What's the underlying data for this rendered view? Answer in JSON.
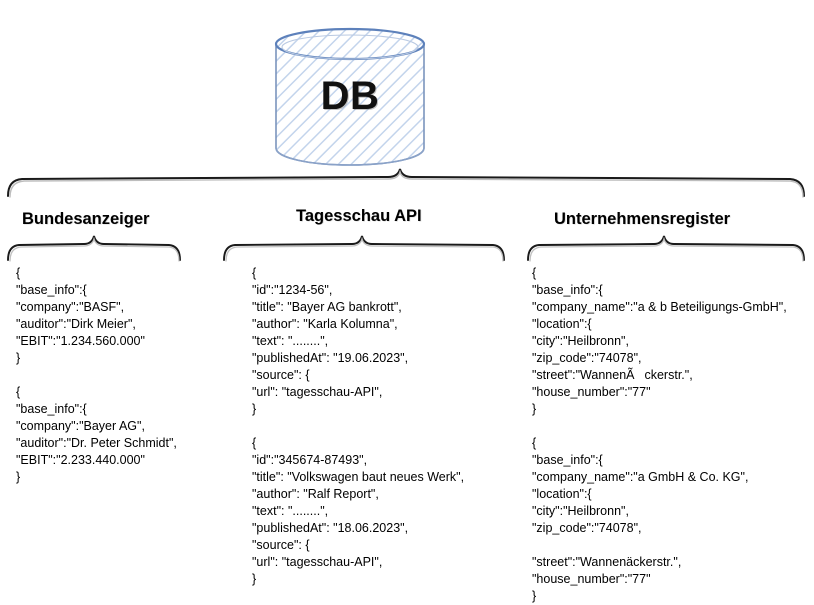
{
  "diagram": {
    "root": {
      "label": "DB",
      "icon": "database-cylinder-icon",
      "stroke_color": "#6f8fc4",
      "hatch_color": "#c3d4ec"
    },
    "sources": [
      {
        "id": "bundesanzeiger",
        "title": "Bundesanzeiger",
        "records": [
          {
            "lines": [
              "{",
              "\"base_info\":{",
              "\"company\":\"BASF\",",
              "\"auditor\":\"Dirk Meier\",",
              "\"EBIT\":\"1.234.560.000\"",
              "}"
            ]
          },
          {
            "lines": [
              "{",
              "\"base_info\":{",
              "\"company\":\"Bayer AG\",",
              "\"auditor\":\"Dr. Peter Schmidt\",",
              "\"EBIT\":\"2.233.440.000\"",
              "}"
            ]
          }
        ]
      },
      {
        "id": "tagesschau",
        "title": "Tagesschau API",
        "records": [
          {
            "lines": [
              "{",
              "\"id\":\"1234-56\",",
              "\"title\": \"Bayer AG bankrott\",",
              "\"author\": \"Karla Kolumna\",",
              "\"text\": \"........\",",
              "\"publishedAt\": \"19.06.2023\",",
              "\"source\": {",
              "\"url\": \"tagesschau-API\",",
              "}"
            ]
          },
          {
            "lines": [
              "{",
              "\"id\":\"345674-87493\",",
              "\"title\": \"Volkswagen baut neues Werk\",",
              "\"author\": \"Ralf Report\",",
              "\"text\": \"........\",",
              "\"publishedAt\": \"18.06.2023\",",
              "\"source\": {",
              "\"url\": \"tagesschau-API\",",
              "}"
            ]
          }
        ]
      },
      {
        "id": "unternehmensregister",
        "title": "Unternehmensregister",
        "records": [
          {
            "lines": [
              "{",
              "\"base_info\":{",
              "\"company_name\":\"a & b Beteiligungs-GmbH\",",
              "\"location\":{",
              "\"city\":\"Heilbronn\",",
              "\"zip_code\":\"74078\",",
              "\"street\":\"WannenÃckerstr.\",",
              "\"house_number\":\"77\"",
              "}"
            ]
          },
          {
            "lines": [
              "{",
              "\"base_info\":{",
              "\"company_name\":\"a GmbH & Co. KG\",",
              "\"location\":{",
              "\"city\":\"Heilbronn\",",
              "\"zip_code\":\"74078\",",
              "",
              "\"street\":\"Wannenäckerstr.\",",
              "\"house_number\":\"77\"",
              "}"
            ]
          }
        ]
      }
    ]
  }
}
